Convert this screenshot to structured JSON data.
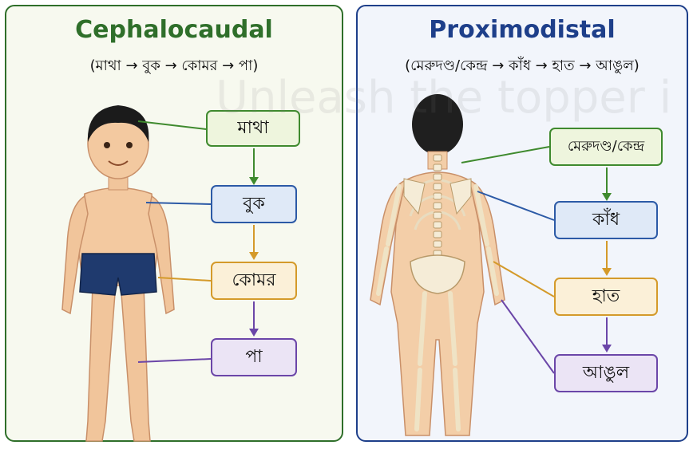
{
  "watermark": "Unleash the topper i",
  "left": {
    "title": "Cephalocaudal",
    "subtitle": "(মাথা → বুক → কোমর → পা)",
    "boxes": [
      "মাথা",
      "বুক",
      "কোমর",
      "পা"
    ]
  },
  "right": {
    "title": "Proximodistal",
    "subtitle": "(মেরুদণ্ড/কেন্দ্র → কাঁধ → হাত → আঙুল)",
    "boxes": [
      "মেরুদণ্ড/কেন্দ্র",
      "কাঁধ",
      "হাত",
      "আঙুল"
    ]
  },
  "colors": {
    "green": "#3f8a2e",
    "blue": "#2c5aa6",
    "orange": "#d49a2a",
    "purple": "#6b46a8",
    "left_title": "#2f6f2a",
    "right_title": "#1e3f8a"
  }
}
